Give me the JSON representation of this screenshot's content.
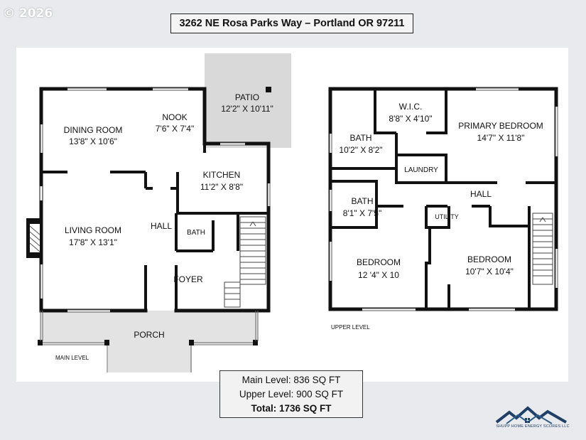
{
  "copyright": "© 2026",
  "title": "3262 NE Rosa Parks Way – Portland OR 97211",
  "main_level": {
    "label": "MAIN LEVEL",
    "rooms": {
      "patio": {
        "name": "PATIO",
        "dims": "12'2\" X 10'11\""
      },
      "nook": {
        "name": "NOOK",
        "dims": "7'6\" X 7'4\""
      },
      "dining": {
        "name": "DINING ROOM",
        "dims": "13'8\" X 10'6\""
      },
      "kitchen": {
        "name": "KITCHEN",
        "dims": "11'2\" X 8'8\""
      },
      "living": {
        "name": "LIVING ROOM",
        "dims": "17'8\" X 13'1\""
      },
      "hall": {
        "name": "HALL"
      },
      "bath": {
        "name": "BATH"
      },
      "foyer": {
        "name": "FOYER"
      },
      "porch": {
        "name": "PORCH"
      }
    }
  },
  "upper_level": {
    "label": "UPPER LEVEL",
    "rooms": {
      "wic": {
        "name": "W.I.C.",
        "dims": "8'8\" X 4'10\""
      },
      "primary": {
        "name": "PRIMARY BEDROOM",
        "dims": "14'7\" X 11'8\""
      },
      "bath1": {
        "name": "BATH",
        "dims": "10'2\" X 8'2\""
      },
      "laundry": {
        "name": "LAUNDRY"
      },
      "hall": {
        "name": "HALL"
      },
      "bath2": {
        "name": "BATH",
        "dims": "8'1\" X 7'5\""
      },
      "utility": {
        "name": "UTILITY"
      },
      "bedroom1": {
        "name": "BEDROOM",
        "dims": "12 '4\" X 10"
      },
      "bedroom2": {
        "name": "BEDROOM",
        "dims": "10'7\" X 10'4\""
      }
    }
  },
  "summary": {
    "main": "Main Level: 836 SQ FT",
    "upper": "Upper Level: 900 SQ FT",
    "total": "Total: 1736 SQ FT"
  },
  "logo_text": "SHUPP HOME ENERGY SCORES LLC",
  "colors": {
    "wall": "#111111",
    "patio": "#d9d9d9",
    "porch": "#e3e3e3",
    "background": "#e9eaed"
  }
}
